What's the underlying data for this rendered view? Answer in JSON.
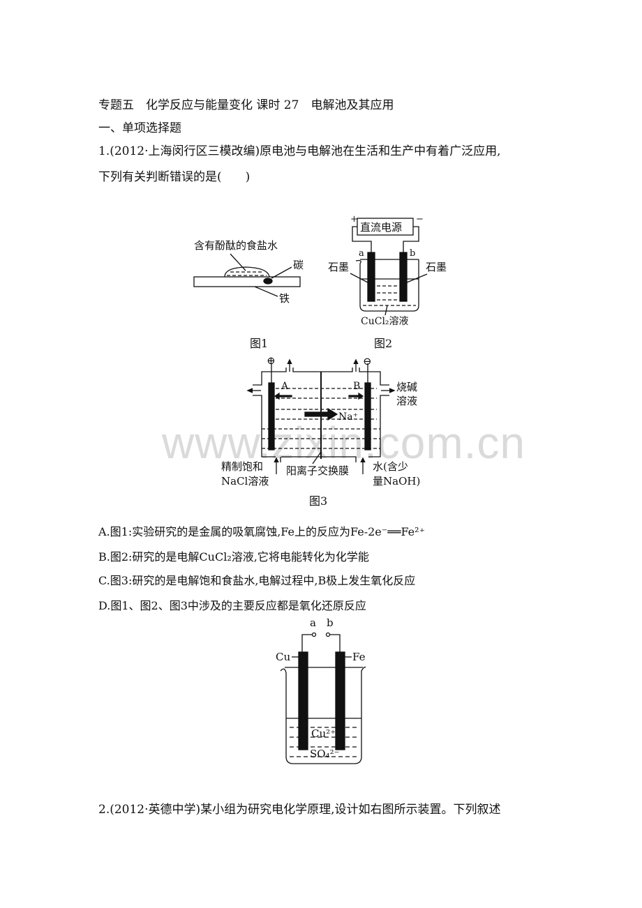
{
  "header": {
    "title": "专题五　化学反应与能量变化 课时 27　电解池及其应用",
    "section": "一、单项选择题"
  },
  "q1": {
    "line1": "1.(2012·上海闵行区三模改编)原电池与电解池在生活和生产中有着广泛应用,",
    "line2": "下列有关判断错误的是(　　)"
  },
  "fig1": {
    "drop_label": "含有酚酞的食盐水",
    "carbon": "碳",
    "iron": "铁",
    "caption": "图1"
  },
  "fig2": {
    "source": "直流电源",
    "plus": "+",
    "minus": "−",
    "a": "a",
    "b": "b",
    "left": "石墨",
    "right": "石墨",
    "solution": "CuCl₂溶液",
    "caption": "图2"
  },
  "fig3": {
    "plus": "⊕",
    "minus": "⊖",
    "A": "A",
    "B": "B",
    "na": "Na⁺",
    "right1": "烧碱",
    "right2": "溶液",
    "left1": "精制饱和",
    "left2": "NaCl溶液",
    "membrane": "阳离子交换膜",
    "water1": "水(含少",
    "water2": "量NaOH)",
    "caption": "图3"
  },
  "options": {
    "A": "A.图1:实验研究的是金属的吸氧腐蚀,Fe上的反应为Fe-2e⁻══Fe²⁺",
    "B": "B.图2:研究的是电解CuCl₂溶液,它将电能转化为化学能",
    "C": "C.图3:研究的是电解饱和食盐水,电解过程中,B极上发生氧化反应",
    "D": "D.图1、图2、图3中涉及的主要反应都是氧化还原反应"
  },
  "fig4": {
    "a": "a",
    "b": "b",
    "cu": "Cu",
    "fe": "Fe",
    "cu_ion": "Cu²⁺",
    "so4": "SO₄²⁻"
  },
  "q2": {
    "line1": "2.(2012·英德中学)某小组为研究电化学原理,设计如右图所示装置。下列叙述"
  },
  "watermark": "www.zixin.com.cn"
}
